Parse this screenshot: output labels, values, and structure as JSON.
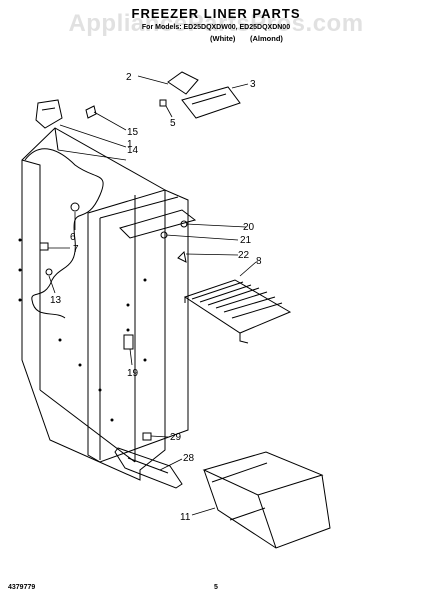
{
  "header": {
    "title": "FREEZER LINER PARTS",
    "watermark": "AppliancePartsPros.com",
    "model_line": "For Models: ED25DQXDW00, ED25DQXDN00",
    "variant_white": "(White)",
    "variant_almond": "(Almond)"
  },
  "callouts": [
    "1",
    "2",
    "3",
    "5",
    "6",
    "7",
    "8",
    "11",
    "13",
    "14",
    "15",
    "19",
    "20",
    "21",
    "22",
    "28",
    "29"
  ],
  "footer": {
    "part_number": "4379779",
    "page_number": "5"
  }
}
